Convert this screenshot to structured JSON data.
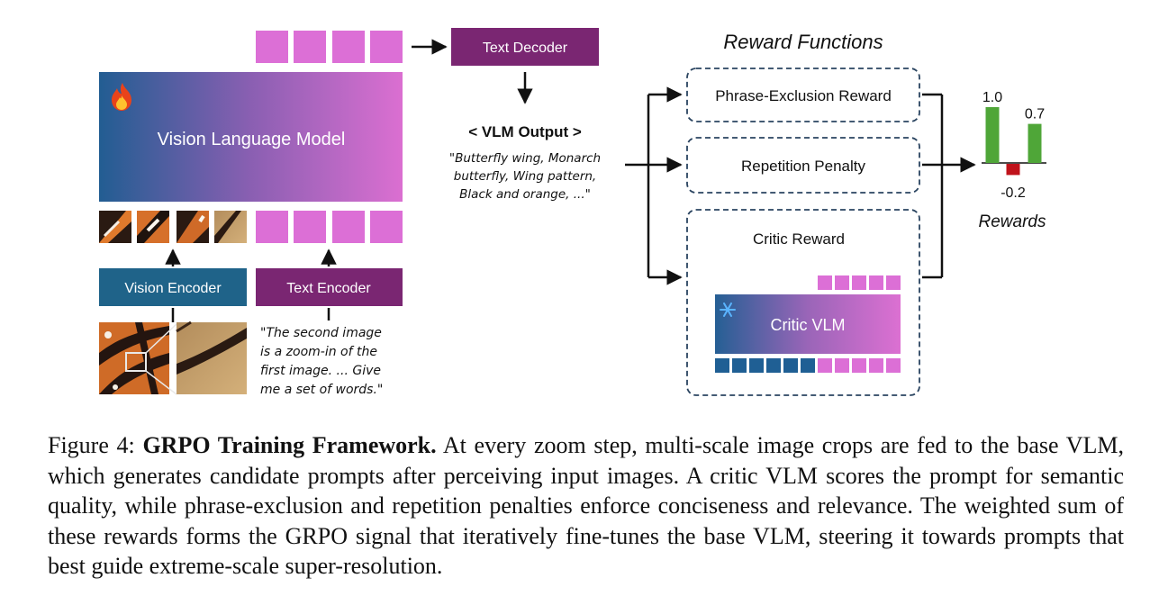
{
  "diagram": {
    "vlm_label": "Vision Language Model",
    "vision_encoder_label": "Vision Encoder",
    "text_encoder_label": "Text Encoder",
    "text_decoder_label": "Text Decoder",
    "vlm_output_title": "< VLM Output >",
    "vlm_output_lines": [
      "\"Butterfly wing, Monarch",
      "butterfly, Wing pattern,",
      "Black and orange, ...\""
    ],
    "input_prompt_lines": [
      "\"The second image",
      "is a zoom-in of the",
      "first image. ... Give",
      "me a set of words.\""
    ],
    "reward_functions_title": "Reward Functions",
    "phrase_exclusion_label": "Phrase-Exclusion Reward",
    "repetition_penalty_label": "Repetition Penalty",
    "critic_reward_label": "Critic Reward",
    "critic_vlm_label": "Critic VLM",
    "rewards_title": "Rewards",
    "icons": {
      "trainable": "fire-icon",
      "frozen": "snowflake-icon"
    },
    "colors": {
      "teal": "#1f6389",
      "purple": "#7a2672",
      "pink": "#d968cf",
      "green": "#4fa638",
      "red": "#c0131b"
    }
  },
  "chart_data": {
    "type": "bar",
    "title": "Rewards",
    "values": [
      1.0,
      -0.2,
      0.7
    ],
    "value_labels": [
      "1.0",
      "-0.2",
      "0.7"
    ]
  },
  "caption": {
    "figure_label": "Figure 4:",
    "title": "GRPO Training Framework.",
    "text": "At every zoom step, multi-scale image crops are fed to the base VLM, which generates candidate prompts after perceiving input images. A critic VLM scores the prompt for semantic quality, while phrase-exclusion and repetition penalties enforce conciseness and relevance. The weighted sum of these rewards forms the GRPO signal that iteratively fine-tunes the base VLM, steering it towards prompts that best guide extreme-scale super-resolution."
  }
}
